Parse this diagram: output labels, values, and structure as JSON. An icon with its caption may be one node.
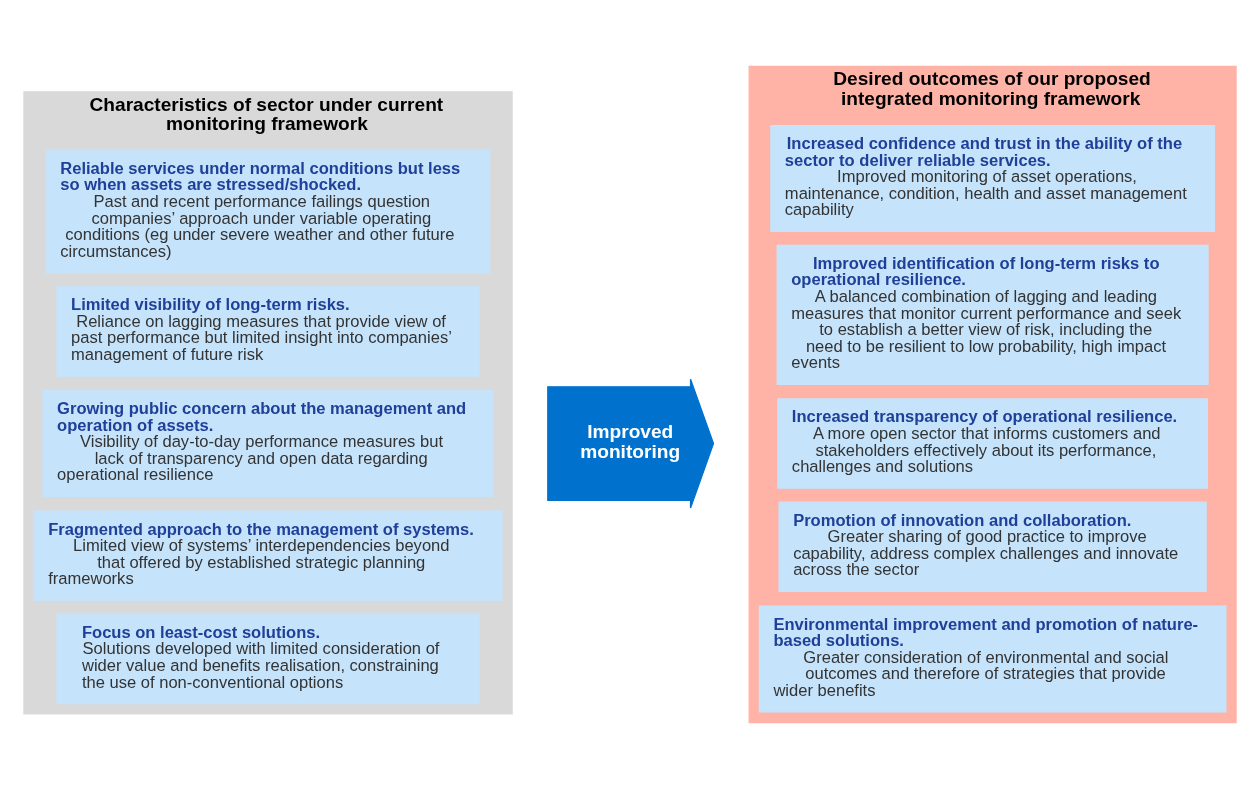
{
  "diagram": {
    "nodes": [
      {
        "text": [
          "Characteristics of sector under current monitoring framework"
        ]
      },
      {
        "text": [
          "Reliable services under normal conditions but less so when assets are stressed/shocked.",
          "Past and recent performance failings question companies’ approach under variable operating conditions (eg under severe weather and other future circumstances)"
        ],
        "in": 0
      },
      {
        "text": [
          "Limited visibility of long-term risks.",
          "Reliance on lagging measures that provide view of past performance but limited insight into companies’ management of future risk"
        ],
        "in": 0
      },
      {
        "text": [
          "Growing public concern about the management and operation of assets.",
          "Visibility of day-to-day performance measures but lack of transparency and open data regarding operational resilience"
        ],
        "in": 0
      },
      {
        "text": [
          "Fragmented approach to the management of systems.",
          "Limited view of systems’ interdependencies beyond that offered by established strategic planning frameworks"
        ],
        "in": 0
      },
      {
        "text": [
          "Focus on least-cost solutions.",
          "Solutions developed with limited consideration of wider value and benefits realisation, constraining the use of non-conventional options"
        ],
        "in": 0
      },
      {
        "text": [
          "Improved monitoring"
        ]
      },
      {
        "text": [
          "Desired outcomes of our proposed integrated monitoring framework"
        ]
      },
      {
        "text": [
          "Increased confidence and trust in the ability of the sector to deliver reliable services.",
          "Improved monitoring of asset operations, maintenance, condition, health and asset management capability"
        ],
        "in": 7
      },
      {
        "text": [
          "Improved identification of long-term risks to operational resilience.",
          "A balanced combination of lagging and leading measures that monitor current performance and seek to establish a better view of risk, including the need to be resilient to low probability, high impact events"
        ],
        "in": 7
      },
      {
        "text": [
          "Increased transparency of operational resilience.",
          "A more open sector that informs customers and stakeholders effectively about its performance, challenges and solutions"
        ],
        "in": 7
      },
      {
        "text": [
          "Promotion of innovation and collaboration.",
          "Greater sharing of good practice to improve capability, address complex challenges and innovate across the sector"
        ],
        "in": 7
      },
      {
        "text": [
          "Environmental improvement and promotion of nature-based solutions.",
          "Greater consideration of environmental and social outcomes and therefore of strategies that provide wider benefits"
        ],
        "in": 7
      }
    ],
    "edges": []
  }
}
